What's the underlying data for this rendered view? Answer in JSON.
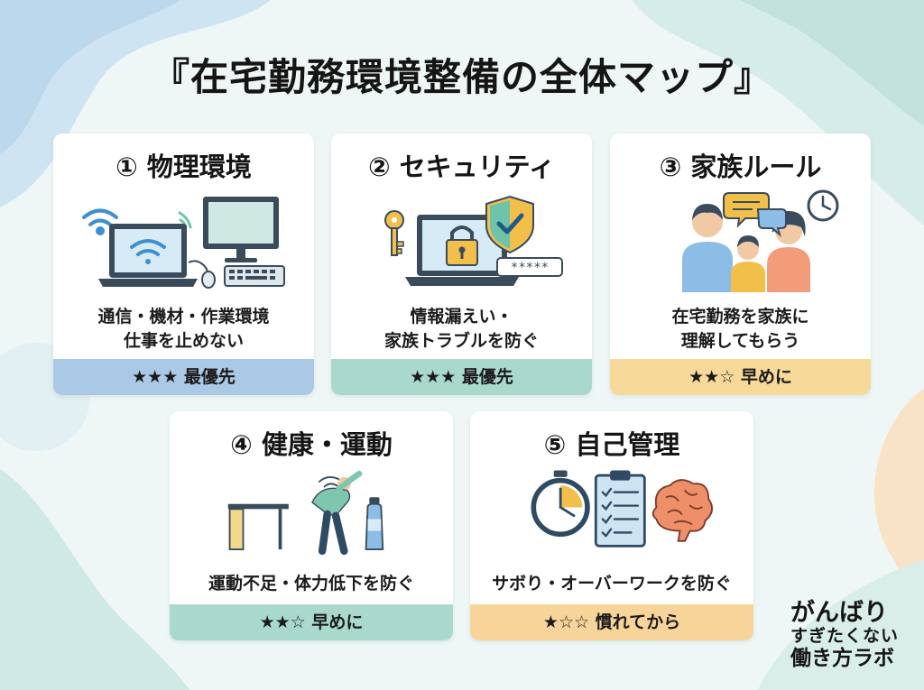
{
  "title": "『在宅勤務環境整備の全体マップ』",
  "cards": [
    {
      "title": "① 物理環境",
      "desc": [
        "通信・機材・作業環境",
        "仕事を止めない"
      ],
      "priority": "★★★ 最優先",
      "band_color": "#a9c9e6",
      "icons": [
        "wifi-icon",
        "laptop-icon",
        "monitor-icon",
        "keyboard-icon",
        "mouse-icon"
      ]
    },
    {
      "title": "② セキュリティ",
      "desc": [
        "情報漏えい・",
        "家族トラブルを防ぐ"
      ],
      "priority": "★★★ 最優先",
      "password_mask": "*****",
      "band_color": "#a9d9cd",
      "icons": [
        "key-icon",
        "laptop-icon",
        "padlock-icon",
        "shield-check-icon",
        "password-field-icon"
      ]
    },
    {
      "title": "③ 家族ルール",
      "desc": [
        "在宅勤務を家族に",
        "理解してもらう"
      ],
      "priority": "★★☆ 早めに",
      "band_color": "#f7d99a",
      "icons": [
        "family-icon",
        "speech-bubble-icon",
        "clock-icon"
      ]
    },
    {
      "title": "④ 健康・運動",
      "desc": [
        "運動不足・体力低下を防ぐ"
      ],
      "priority": "★★☆ 早めに",
      "band_color": "#a9d9cd",
      "icons": [
        "desk-icon",
        "stretching-person-icon",
        "water-bottle-icon"
      ]
    },
    {
      "title": "⑤ 自己管理",
      "desc": [
        "サボり・オーバーワークを防ぐ"
      ],
      "priority": "★☆☆ 慣れてから",
      "band_color": "#f7d49a",
      "icons": [
        "stopwatch-icon",
        "checklist-clipboard-icon",
        "brain-icon"
      ]
    }
  ],
  "brand": {
    "line1": "がんばり",
    "line2": "すぎたくない",
    "line3": "働き方ラボ"
  }
}
